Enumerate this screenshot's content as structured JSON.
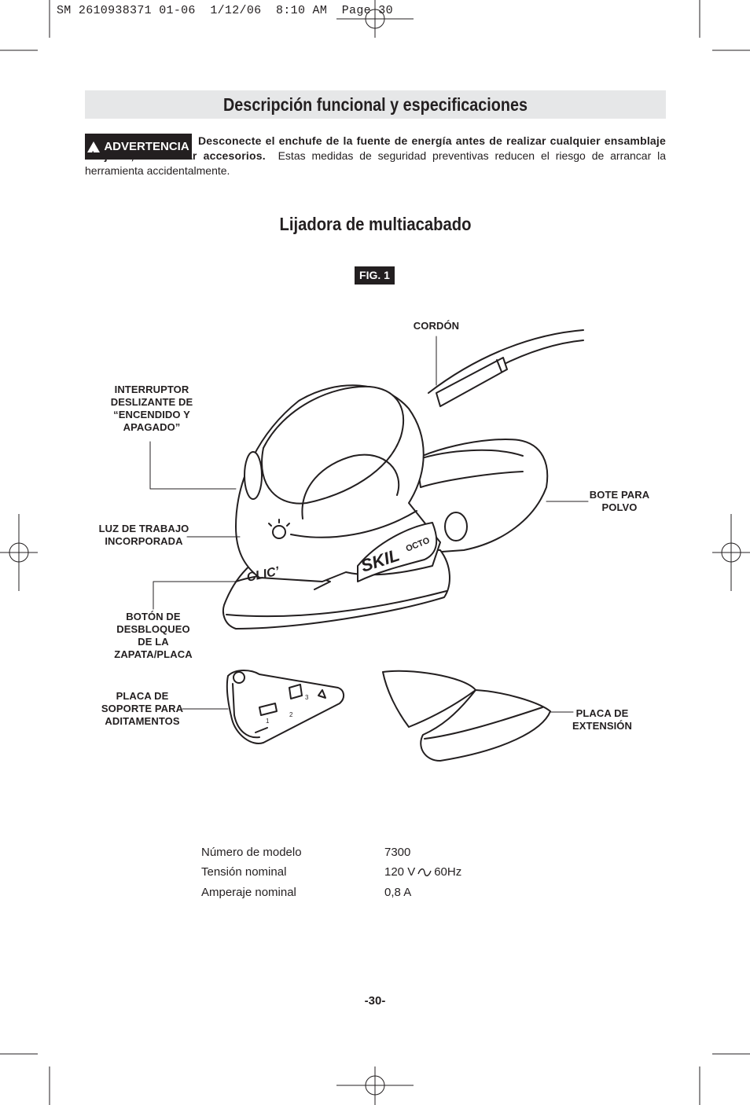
{
  "slug": "SM 2610938371 01-06  1/12/06  8:10 AM  Page 30",
  "title": "Descripción funcional y especificaciones",
  "warning": {
    "badge": "ADVERTENCIA",
    "bold_text": "Desconecte el enchufe de la fuente de energía antes de realizar cualquier ensamblaje o ajuste, o cambiar accesorios.",
    "normal_text": "Estas medidas de seguridad preventivas reducen el riesgo de arrancar la herramienta accidentalmente."
  },
  "subtitle": "Lijadora de multiacabado",
  "figure": {
    "badge": "FIG. 1",
    "labels": {
      "cord": "CORDÓN",
      "switch": [
        "INTERRUPTOR",
        "DESLIZANTE DE",
        "“ENCENDIDO Y",
        "APAGADO”"
      ],
      "dust": [
        "BOTE PARA",
        "POLVO"
      ],
      "light": [
        "LUZ DE TRABAJO",
        "INCORPORADA"
      ],
      "release": [
        "BOTÓN DE",
        "DESBLOQUEO",
        "DE LA",
        "ZAPATA/PLACA"
      ],
      "backing": [
        "PLACA DE",
        "SOPORTE PARA",
        "ADITAMENTOS"
      ],
      "extension": [
        "PLACA DE",
        "EXTENSIÓN"
      ]
    },
    "brand_text": "SKIL",
    "brand_sub": "OCTO",
    "clic_text": "CLIC’",
    "plate_numbers": [
      "1",
      "2",
      "3"
    ]
  },
  "specs": [
    {
      "label": "Número de modelo",
      "value": "7300"
    },
    {
      "label": "Tensión nominal",
      "value_pre": "120 V",
      "value_post": "60Hz"
    },
    {
      "label": "Amperaje nominal",
      "value": "0,8 A"
    }
  ],
  "page_number": "-30-"
}
